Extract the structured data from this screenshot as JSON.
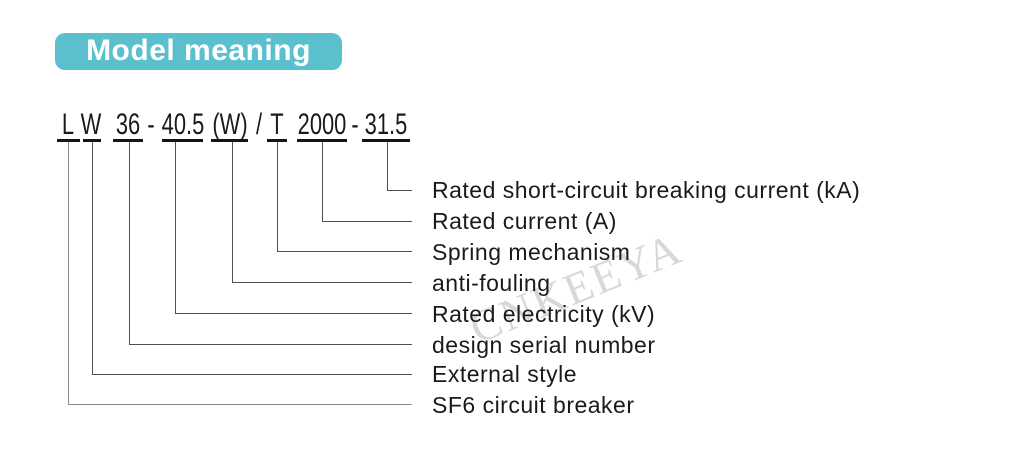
{
  "header": {
    "title": "Model meaning"
  },
  "model": {
    "full_code": "L W 36 - 40.5 (W) / T 2000 - 31.5",
    "parts": [
      {
        "text": "L"
      },
      {
        "text": "W"
      },
      {
        "text": "36"
      },
      {
        "text": "-"
      },
      {
        "text": "40.5"
      },
      {
        "text": "(W)"
      },
      {
        "text": "/"
      },
      {
        "text": "T"
      },
      {
        "text": "2000"
      },
      {
        "text": "-"
      },
      {
        "text": "31.5"
      }
    ]
  },
  "legend": {
    "items": [
      {
        "code_part": "31.5",
        "label": "Rated short-circuit breaking current (kA)"
      },
      {
        "code_part": "2000",
        "label": "Rated current (A)"
      },
      {
        "code_part": "T",
        "label": "Spring mechanism"
      },
      {
        "code_part": "(W)",
        "label": "anti-fouling"
      },
      {
        "code_part": "40.5",
        "label": "Rated electricity (kV)"
      },
      {
        "code_part": "36",
        "label": "design serial number"
      },
      {
        "code_part": "W",
        "label": "External style"
      },
      {
        "code_part": "L",
        "label": "SF6 circuit breaker"
      }
    ]
  },
  "watermark": {
    "text": "CNKEEYA"
  },
  "colors": {
    "title_bg": "#5bc0ce",
    "title_text": "#ffffff",
    "code_text": "#1a1a1a",
    "underline": "#141414",
    "leader_line": "#4f4f4f",
    "leader_line_light": "#8a8a8a",
    "label_text": "#1a1a1a",
    "watermark": "#d8d8d8"
  }
}
